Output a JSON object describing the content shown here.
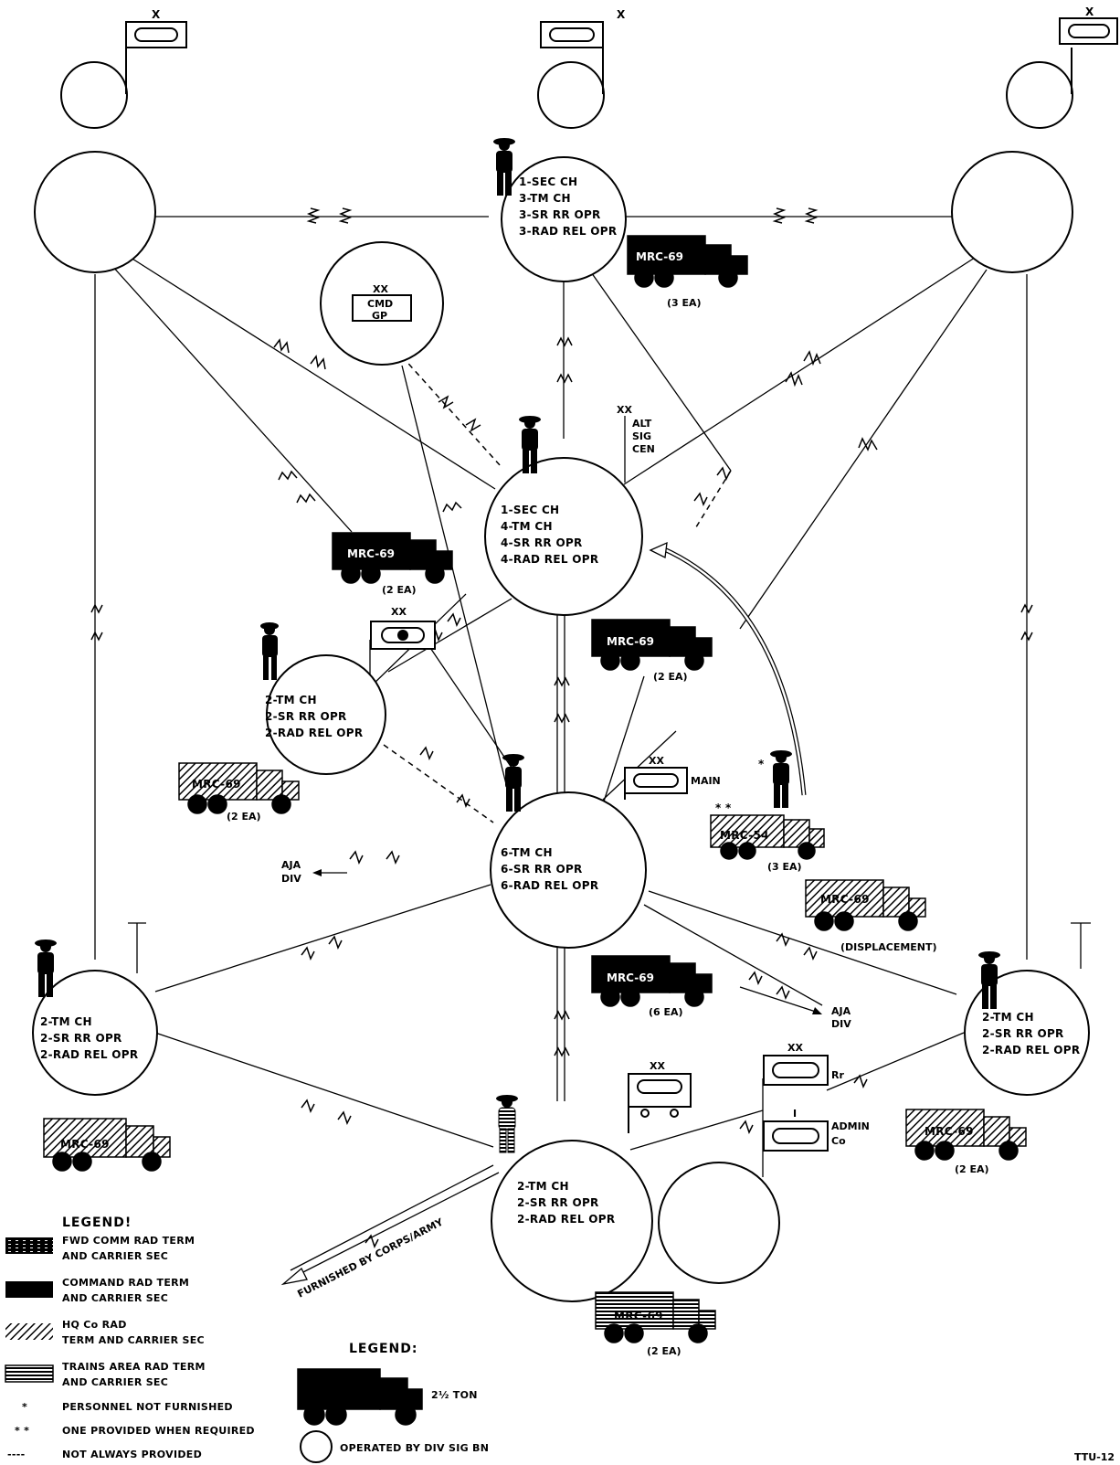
{
  "center_nodes": {
    "top": [
      "1-SEC CH",
      "3-TM CH",
      "3-SR RR OPR",
      "3-RAD REL OPR"
    ],
    "middle": [
      "1-SEC CH",
      "4-TM CH",
      "4-SR RR OPR",
      "4-RAD REL OPR"
    ],
    "main": [
      "6-TM CH",
      "6-SR RR OPR",
      "6-RAD REL OPR"
    ],
    "left_mid": [
      "2-TM CH",
      "2-SR RR OPR",
      "2-RAD REL OPR"
    ],
    "left_low": [
      "2-TM CH",
      "2-SR RR OPR",
      "2-RAD REL OPR"
    ],
    "right_low": [
      "2-TM CH",
      "2-SR RR OPR",
      "2-RAD REL OPR"
    ],
    "bottom": [
      "2-TM CH",
      "2-SR RR OPR",
      "2-RAD REL OPR"
    ]
  },
  "symbols": {
    "cmd_gp": [
      "XX",
      "CMD",
      "GP"
    ],
    "alt_sig": [
      "XX",
      "ALT",
      "SIG",
      "CEN"
    ],
    "main": [
      "XX",
      "MAIN"
    ],
    "rr": [
      "XX",
      "Rr"
    ],
    "admin": [
      "I",
      "ADMIN",
      "Co"
    ],
    "bottom_xx": "XX",
    "left_xx": "XX",
    "top_x": "X"
  },
  "vehicles": {
    "mrc69": "MRC-69",
    "mrc54": "MRC-54",
    "count_3": "(3 EA)",
    "count_2": "(2 EA)",
    "count_6": "(6 EA)",
    "displacement": "(DISPLACEMENT)"
  },
  "annotations": {
    "aja_div": [
      "AJA",
      "DIV"
    ],
    "furnished": "FURNISHED BY CORPS/ARMY",
    "star": "*",
    "stars": "* *",
    "figure_id": "TTU-12"
  },
  "legend": {
    "title": "LEGEND!",
    "items": [
      [
        "FWD COMM RAD TERM",
        "AND CARRIER SEC"
      ],
      [
        "COMMAND RAD TERM",
        "AND CARRIER SEC"
      ],
      [
        "HQ Co RAD",
        "TERM AND CARRIER SEC"
      ],
      [
        "TRAINS AREA RAD TERM",
        "AND CARRIER SEC"
      ]
    ],
    "notes": [
      {
        "sym": "*",
        "text": "PERSONNEL NOT FURNISHED"
      },
      {
        "sym": "* *",
        "text": "ONE PROVIDED WHEN REQUIRED"
      },
      {
        "sym": "----",
        "text": "NOT ALWAYS PROVIDED"
      }
    ]
  },
  "legend2": {
    "title": "LEGEND:",
    "truck": "2½ TON",
    "circle": "OPERATED BY DIV SIG BN"
  }
}
